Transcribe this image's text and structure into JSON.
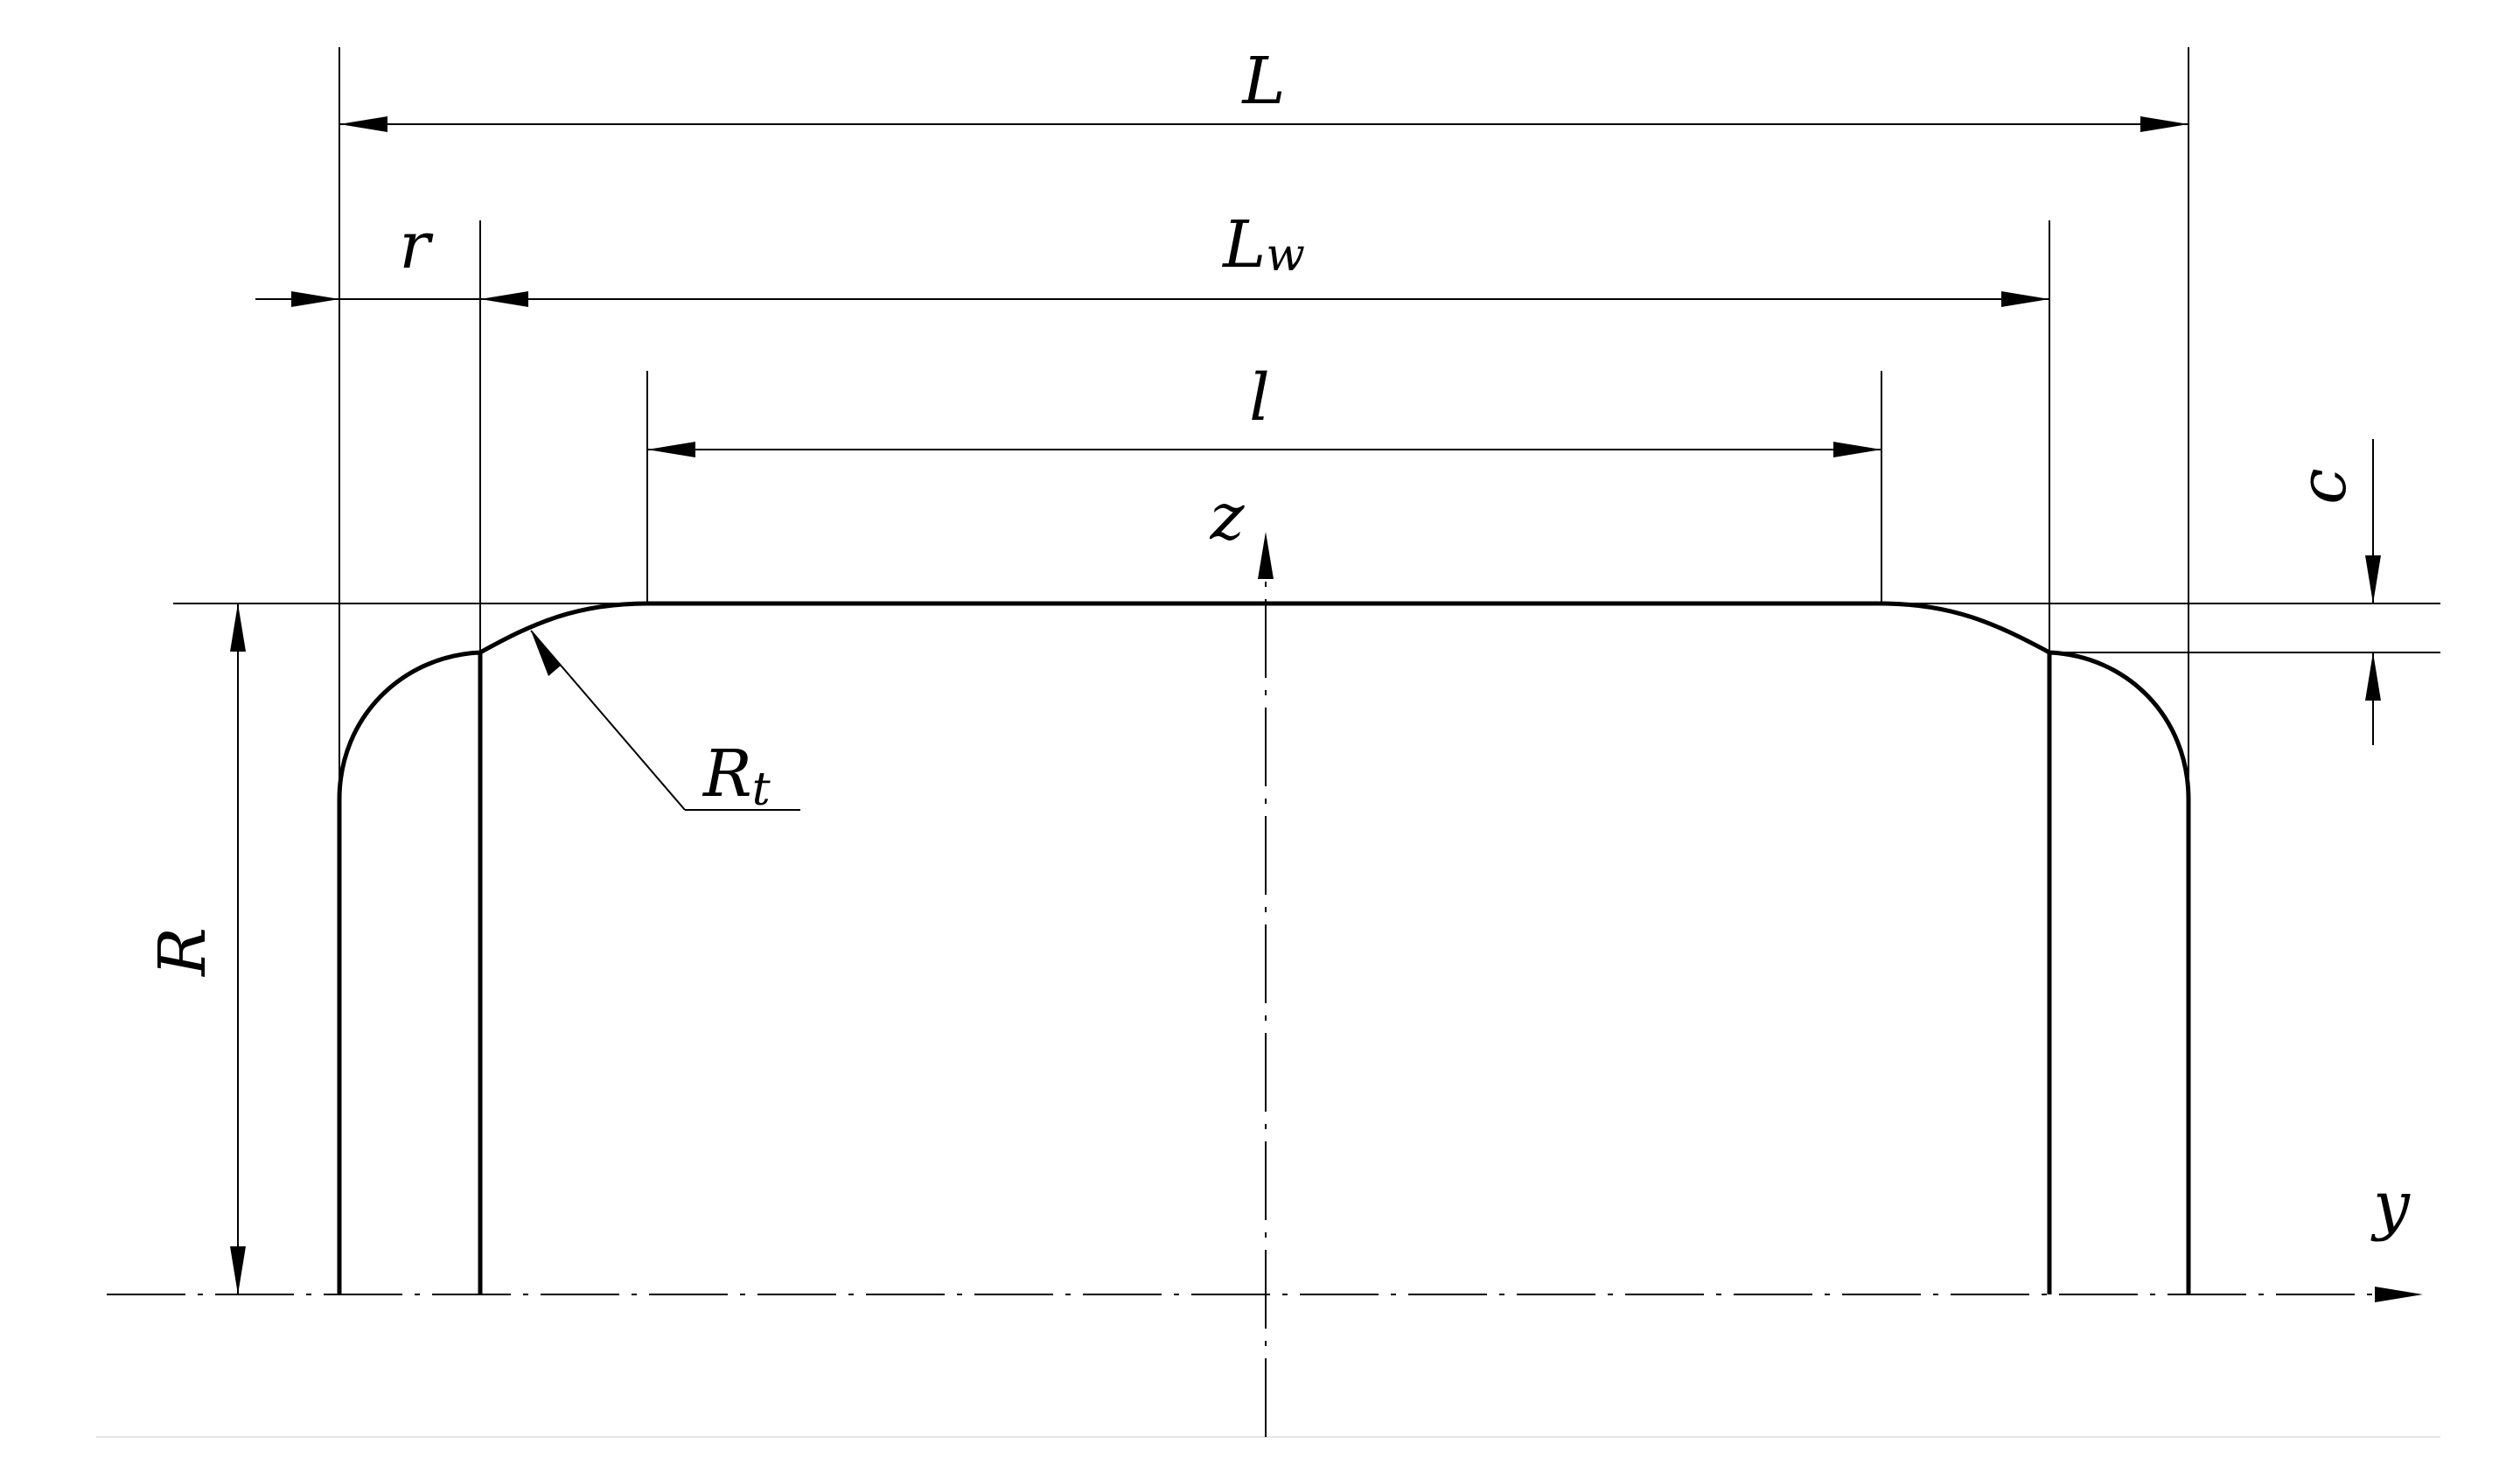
{
  "labels": {
    "overall_length": "L",
    "crown_radius": "r",
    "effective_length": "Lw",
    "effective_length_main": "L",
    "effective_length_sub": "w",
    "flat_length": "l",
    "vertical_axis": "z",
    "horizontal_axis": "y",
    "crown_drop": "c",
    "roller_radius": "R",
    "transition_radius": "Rt",
    "transition_radius_main": "R",
    "transition_radius_sub": "t"
  },
  "colors": {
    "line": "#000000",
    "background": "#ffffff"
  }
}
